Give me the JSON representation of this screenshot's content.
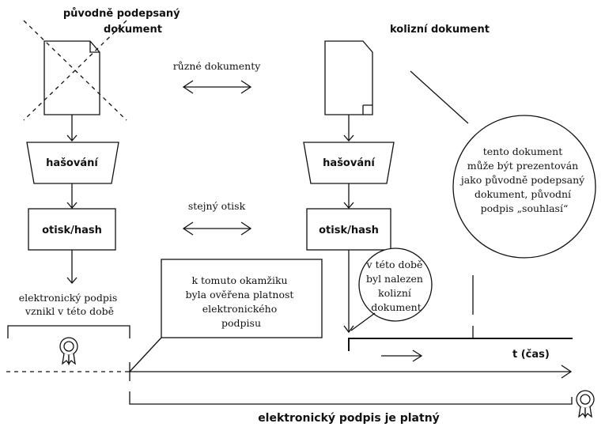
{
  "left": {
    "doc_label": [
      "původně podepsaný",
      "dokument"
    ],
    "hash_process": "hašování",
    "hash_result": "otisk/hash",
    "signature_created": [
      "elektronický podpis",
      "vznikl v této době"
    ]
  },
  "right": {
    "doc_label": "kolizní dokument",
    "hash_process": "hašování",
    "hash_result": "otisk/hash"
  },
  "middle": {
    "different_docs": "různé dokumenty",
    "same_hash": "stejný otisk"
  },
  "callouts": {
    "verified": [
      "k tomuto okamžiku",
      "byla ověřena platnost",
      "elektronického",
      "podpisu"
    ],
    "collision_found": [
      "v této době",
      "byl nalezen",
      "kolizní",
      "dokument"
    ],
    "presented": [
      "tento dokument",
      "může být prezentován",
      "jako původně podepsaný",
      "dokument, původní",
      "podpis „souhlasí“"
    ]
  },
  "timeline": {
    "axis_label": "t (čas)",
    "valid_period": "elektronický podpis je platný"
  },
  "icons": {
    "seal": "certificate-seal-icon",
    "document": "document-icon"
  }
}
